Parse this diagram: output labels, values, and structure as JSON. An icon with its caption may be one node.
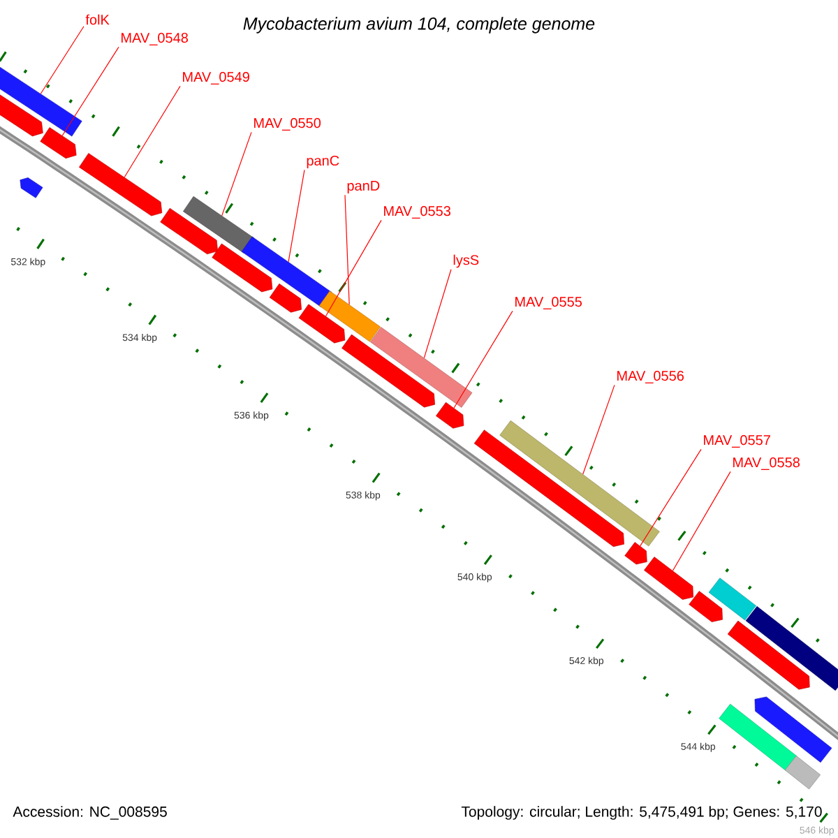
{
  "diagram": {
    "title": "Mycobacterium avium 104, complete genome",
    "nodes": [
      {
        "text": [
          "folK"
        ]
      },
      {
        "text": [
          "MAV_0548"
        ]
      },
      {
        "text": [
          "MAV_0549"
        ]
      },
      {
        "text": [
          "MAV_0550"
        ]
      },
      {
        "text": [
          "panC"
        ]
      },
      {
        "text": [
          "panD"
        ]
      },
      {
        "text": [
          "MAV_0553"
        ]
      },
      {
        "text": [
          "lysS"
        ]
      },
      {
        "text": [
          "MAV_0555"
        ]
      },
      {
        "text": [
          "MAV_0556"
        ]
      },
      {
        "text": [
          "MAV_0557"
        ]
      },
      {
        "text": [
          "MAV_0558"
        ]
      },
      {
        "text": [],
        "shape": "bar"
      },
      {
        "text": [],
        "shape": "arrow"
      },
      {
        "text": [],
        "shape": "arrow"
      },
      {
        "text": [],
        "shape": "arrow"
      },
      {
        "text": [],
        "shape": "arrow"
      },
      {
        "text": [],
        "shape": "arrow"
      },
      {
        "text": [],
        "shape": "bar"
      },
      {
        "text": [],
        "shape": "arrow"
      },
      {
        "text": [],
        "shape": "bar"
      },
      {
        "text": [],
        "shape": "arrow"
      },
      {
        "text": [],
        "shape": "arrow"
      },
      {
        "text": [],
        "shape": "bar"
      },
      {
        "text": [],
        "shape": "arrow"
      },
      {
        "text": [],
        "shape": "bar"
      },
      {
        "text": [],
        "shape": "arrow"
      },
      {
        "text": [],
        "shape": "arrow"
      },
      {
        "text": [],
        "shape": "bar"
      },
      {
        "text": [],
        "shape": "arrow"
      },
      {
        "text": [],
        "shape": "arrow"
      },
      {
        "text": [],
        "shape": "arrow"
      },
      {
        "text": [],
        "shape": "bar"
      },
      {
        "text": [],
        "shape": "arrow"
      },
      {
        "text": [],
        "shape": "bar"
      },
      {
        "text": [],
        "shape": "bar"
      },
      {
        "text": [],
        "shape": "arrow"
      },
      {
        "text": [],
        "shape": "bar"
      }
    ],
    "edges": [
      {
        "from": 0,
        "to": 12,
        "arrow": "none"
      },
      {
        "from": 1,
        "to": 14,
        "arrow": "none"
      },
      {
        "from": 2,
        "to": 16,
        "arrow": "none"
      },
      {
        "from": 3,
        "to": 18,
        "arrow": "none"
      },
      {
        "from": 4,
        "to": 20,
        "arrow": "none"
      },
      {
        "from": 5,
        "to": 23,
        "arrow": "none"
      },
      {
        "from": 6,
        "to": 22,
        "arrow": "none"
      },
      {
        "from": 7,
        "to": 25,
        "arrow": "none"
      },
      {
        "from": 8,
        "to": 26,
        "arrow": "none"
      },
      {
        "from": 9,
        "to": 28,
        "arrow": "none"
      },
      {
        "from": 10,
        "to": 29,
        "arrow": "none"
      },
      {
        "from": 11,
        "to": 30,
        "arrow": "none"
      }
    ],
    "labels": [
      "532 kbp",
      "534 kbp",
      "536 kbp",
      "538 kbp",
      "540 kbp",
      "542 kbp",
      "544 kbp",
      "546 kbp",
      "Accession: NC_008595",
      "Topology: circular; Length: 5,475,491 bp; Genes: 5,170"
    ]
  }
}
